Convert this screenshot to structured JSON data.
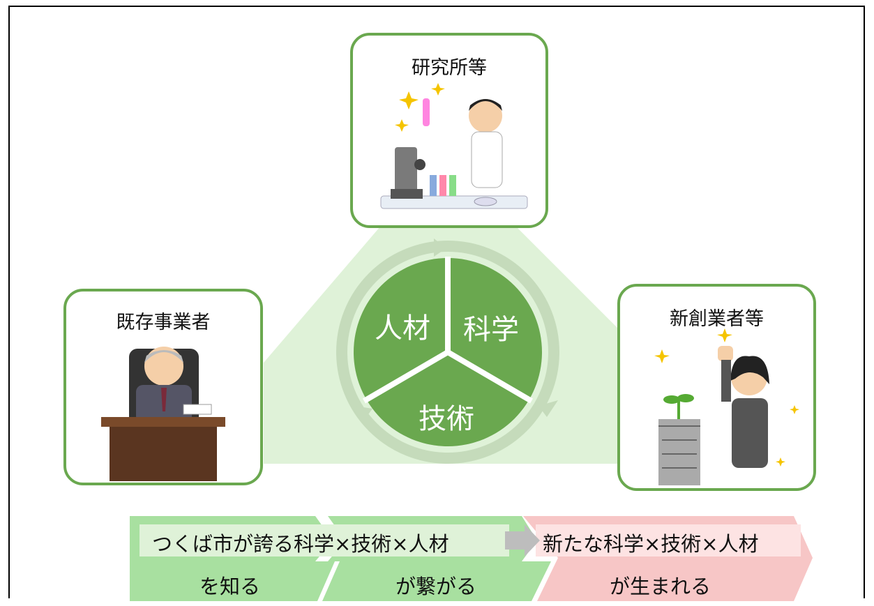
{
  "cards": {
    "research": {
      "title": "研究所等",
      "icon": "scientist-illustration"
    },
    "existing": {
      "title": "既存事業者",
      "icon": "executive-illustration"
    },
    "startup": {
      "title": "新創業者等",
      "icon": "businesswoman-illustration"
    }
  },
  "cycle": {
    "segments": [
      "人材",
      "科学",
      "技術"
    ]
  },
  "band": {
    "left_top": "つくば市が誇る科学×技術×人材",
    "left_bottom_1": "を知る",
    "left_bottom_2": "が繋がる",
    "right_top": "新たな科学×技術×人材",
    "right_bottom": "が生まれる"
  },
  "colors": {
    "green_dark": "#6aa84f",
    "green_band": "#a8e0a0",
    "green_light": "#dff2d8",
    "pink": "#f7c6c6",
    "pink_light": "#fde3e3"
  }
}
